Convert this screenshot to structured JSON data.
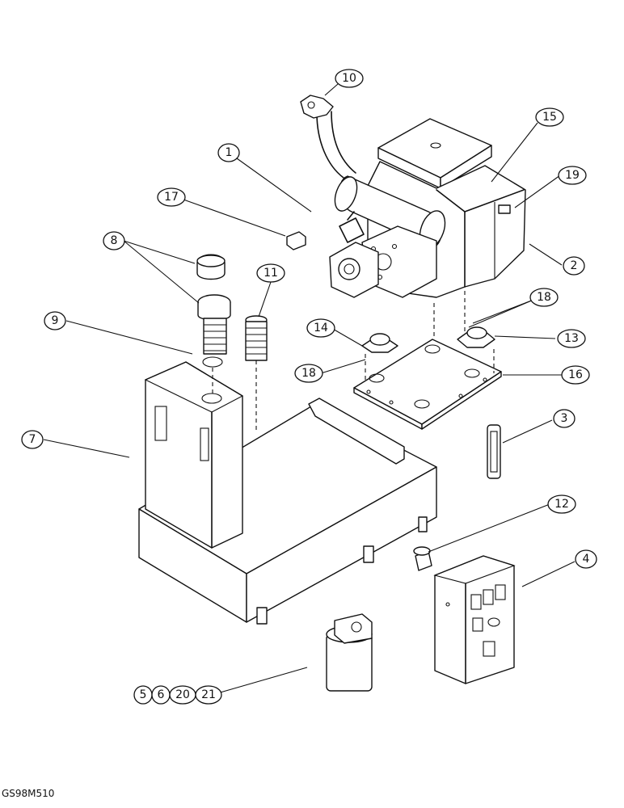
{
  "drawing_id": "GS98M510",
  "callouts": [
    {
      "id": "c1",
      "label": "1"
    },
    {
      "id": "c2",
      "label": "2"
    },
    {
      "id": "c3",
      "label": "3"
    },
    {
      "id": "c4",
      "label": "4"
    },
    {
      "id": "c5",
      "label": "5"
    },
    {
      "id": "c6",
      "label": "6"
    },
    {
      "id": "c7",
      "label": "7"
    },
    {
      "id": "c8",
      "label": "8"
    },
    {
      "id": "c9",
      "label": "9"
    },
    {
      "id": "c10",
      "label": "10"
    },
    {
      "id": "c11",
      "label": "11"
    },
    {
      "id": "c12",
      "label": "12"
    },
    {
      "id": "c13",
      "label": "13"
    },
    {
      "id": "c14",
      "label": "14"
    },
    {
      "id": "c15",
      "label": "15"
    },
    {
      "id": "c16",
      "label": "16"
    },
    {
      "id": "c17",
      "label": "17"
    },
    {
      "id": "c18a",
      "label": "18"
    },
    {
      "id": "c18b",
      "label": "18"
    },
    {
      "id": "c19",
      "label": "19"
    },
    {
      "id": "c20",
      "label": "20"
    },
    {
      "id": "c21",
      "label": "21"
    }
  ]
}
